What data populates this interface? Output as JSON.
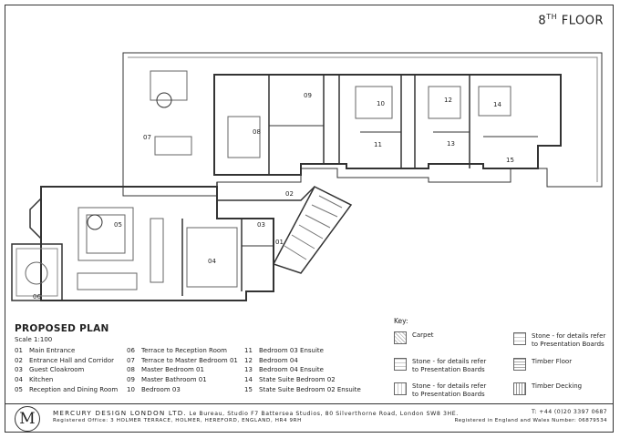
{
  "header": {
    "floor_title_prefix": "8",
    "floor_title_sup": "TH",
    "floor_title_suffix": " FLOOR"
  },
  "plan_labels": {
    "r01": "01",
    "r02": "02",
    "r03": "03",
    "r04": "04",
    "r05": "05",
    "r06": "06",
    "r07": "07",
    "r08": "08",
    "r09": "09",
    "r10": "10",
    "r11": "11",
    "r12": "12",
    "r13": "13",
    "r14": "14",
    "r15": "15"
  },
  "legend": {
    "title": "PROPOSED PLAN",
    "scale": "Scale 1:100",
    "rooms": [
      {
        "num": "01",
        "name": "Main Entrance"
      },
      {
        "num": "02",
        "name": "Entrance Hall and Corridor"
      },
      {
        "num": "03",
        "name": "Guest Cloakroom"
      },
      {
        "num": "04",
        "name": "Kitchen"
      },
      {
        "num": "05",
        "name": "Reception and Dining Room"
      },
      {
        "num": "06",
        "name": "Terrace to Reception Room"
      },
      {
        "num": "07",
        "name": "Terrace to Master Bedroom 01"
      },
      {
        "num": "08",
        "name": "Master Bedroom 01"
      },
      {
        "num": "09",
        "name": "Master Bathroom 01"
      },
      {
        "num": "10",
        "name": "Bedroom 03"
      },
      {
        "num": "11",
        "name": "Bedroom 03 Ensuite"
      },
      {
        "num": "12",
        "name": "Bedroom 04"
      },
      {
        "num": "13",
        "name": "Bedroom 04 Ensuite"
      },
      {
        "num": "14",
        "name": "State Suite Bedroom 02"
      },
      {
        "num": "15",
        "name": "State Suite Bedroom 02 Ensuite"
      }
    ]
  },
  "key": {
    "title": "Key:",
    "items": [
      {
        "id": "carpet",
        "label": "Carpet"
      },
      {
        "id": "stone_a",
        "label": "Stone - for details refer\nto Presentation Boards"
      },
      {
        "id": "stone_b",
        "label": "Stone - for details refer\nto Presentation Boards"
      },
      {
        "id": "stone_c",
        "label": "Stone - for details refer\nto Presentation Boards"
      },
      {
        "id": "timber_floor",
        "label": "Timber Floor"
      },
      {
        "id": "timber_decking",
        "label": "Timber Decking"
      }
    ]
  },
  "footer": {
    "logo_letter": "M",
    "company_name": "MERCURY DESIGN LONDON LTD.",
    "address": "Le Bureau, Studio F7 Battersea Studios, 80 Silverthorne Road, London SW8 3HE.",
    "phone": "T: +44 (0)20 3397 0687",
    "registered_office": "Registered Office: 3 HOLMER TERRACE, HOLMER, HEREFORD, ENGLAND, HR4 9RH",
    "registration": "Registered in England and Wales Number: 06879534"
  }
}
